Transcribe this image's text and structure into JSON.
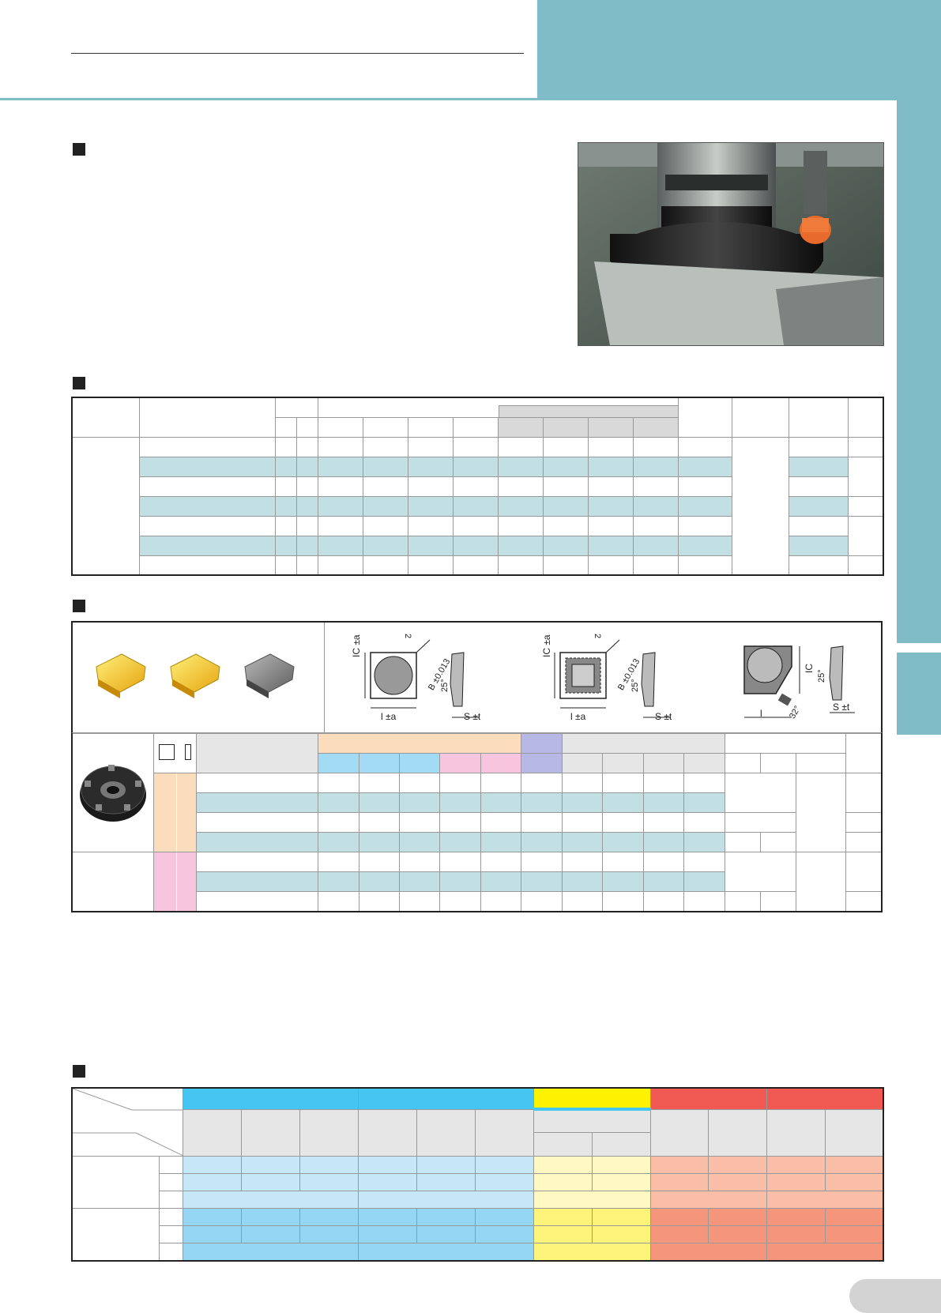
{
  "page": {
    "sections": [
      {
        "id": "intro",
        "marker": "section-marker"
      },
      {
        "id": "cutter-table",
        "marker": "section-marker"
      },
      {
        "id": "insert-table",
        "marker": "section-marker"
      },
      {
        "id": "cutting-conditions",
        "marker": "section-marker"
      }
    ]
  },
  "diagrams": {
    "insert1": {
      "ic": "IC ±a",
      "l": "l ±a",
      "b": "B ±0.013",
      "s": "S ±t",
      "angle": "25°",
      "chamfer": "2"
    },
    "insert2": {
      "ic": "IC ±a",
      "l": "l ±a",
      "b": "B ±0.013",
      "s": "S ±t",
      "angle": "25°",
      "chamfer": "2"
    },
    "insert3": {
      "ic": "IC",
      "l": "l",
      "s": "S ±t",
      "angle": "25°",
      "angle2": "32°"
    }
  },
  "colors": {
    "teal": "#7fbcc8",
    "band": "#c2dfe3",
    "blue": "#45c6f2",
    "yellow": "#fff200",
    "red": "#f05a52"
  }
}
